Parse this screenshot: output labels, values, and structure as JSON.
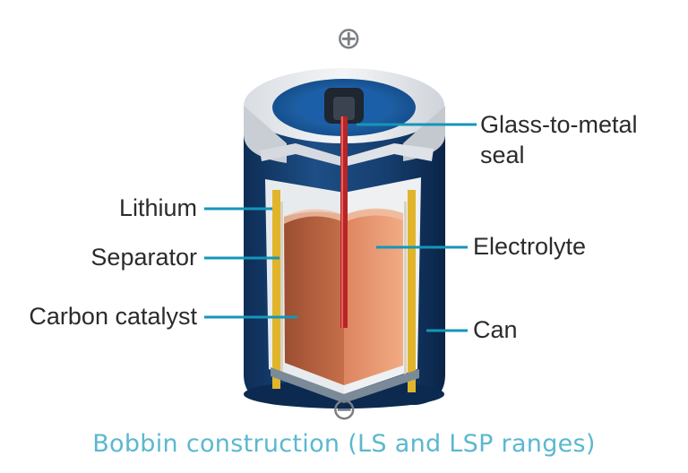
{
  "terminals": {
    "positive": "⊕",
    "negative": "⊖"
  },
  "labels": {
    "glass_to_metal_seal_line1": "Glass-to-metal",
    "glass_to_metal_seal_line2": "seal",
    "lithium": "Lithium",
    "separator": "Separator",
    "carbon_catalyst": "Carbon catalyst",
    "electrolyte": "Electrolyte",
    "can": "Can"
  },
  "caption": "Bobbin construction (LS and LSP ranges)",
  "colors": {
    "leader": "#1596b9",
    "can": "#143e6e",
    "lithium": "#e0b52c",
    "carbon": "#b8603e",
    "electrolyte": "#e89870",
    "electrode_pin": "#b82525",
    "caption": "#5bb8cf"
  }
}
